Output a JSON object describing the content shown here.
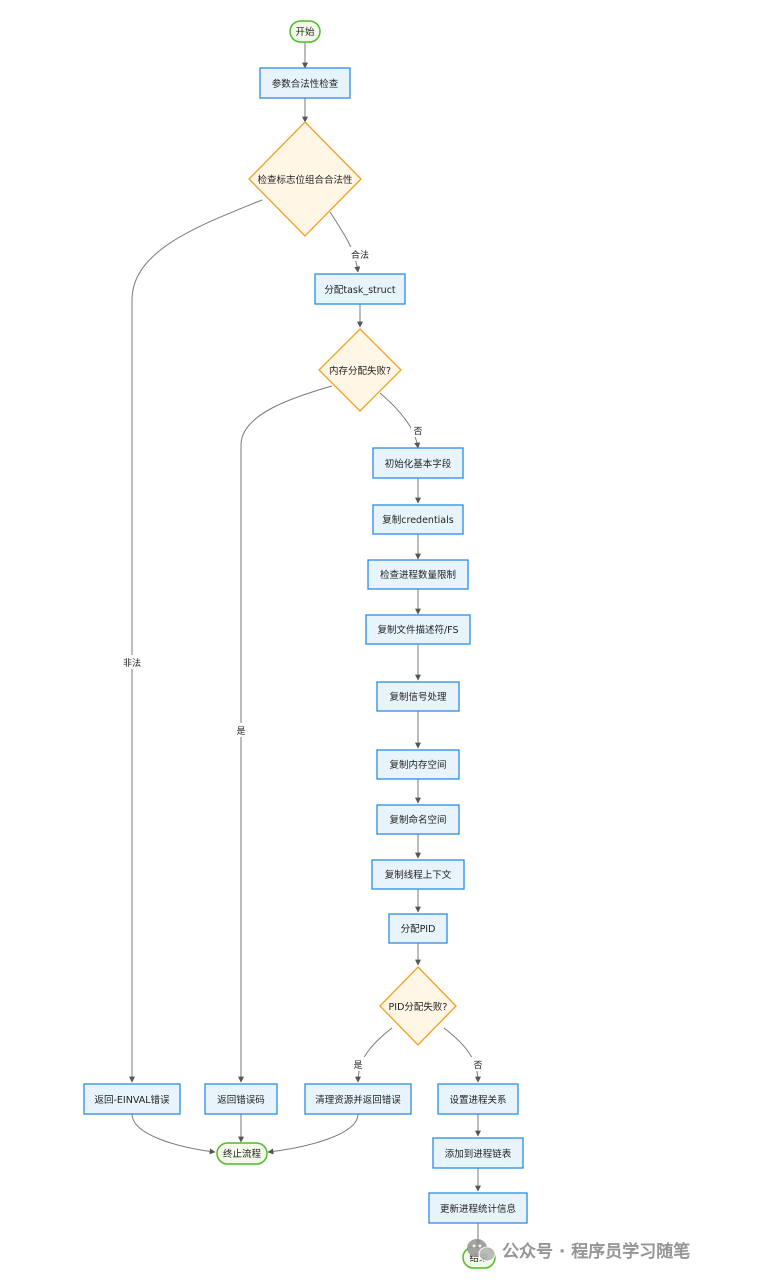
{
  "nodes": {
    "start": "开始",
    "check_params": "参数合法性检查",
    "check_flags": "检查标志位组合合法性",
    "alloc_task": "分配task_struct",
    "mem_fail": "内存分配失败?",
    "init_fields": "初始化基本字段",
    "copy_cred": "复制credentials",
    "check_proc_limit": "检查进程数量限制",
    "copy_fs": "复制文件描述符/FS",
    "copy_signal": "复制信号处理",
    "copy_mm": "复制内存空间",
    "copy_ns": "复制命名空间",
    "copy_thread": "复制线程上下文",
    "alloc_pid": "分配PID",
    "pid_fail": "PID分配失败?",
    "ret_einval": "返回-EINVAL错误",
    "ret_err": "返回错误码",
    "cleanup": "清理资源并返回错误",
    "set_relation": "设置进程关系",
    "add_list": "添加到进程链表",
    "update_stats": "更新进程统计信息",
    "abort": "终止流程",
    "end": "结束"
  },
  "edge_labels": {
    "legal": "合法",
    "illegal": "非法",
    "yes1": "是",
    "no1": "否",
    "yes2": "是",
    "no2": "否"
  },
  "watermark": "公众号 · 程序员学习随笔",
  "colors": {
    "process_fill": "#e8f4fc",
    "process_border": "#2b8be6",
    "decision_fill": "#fff6e6",
    "decision_border": "#f0a020",
    "terminal_border": "#52b82a"
  }
}
